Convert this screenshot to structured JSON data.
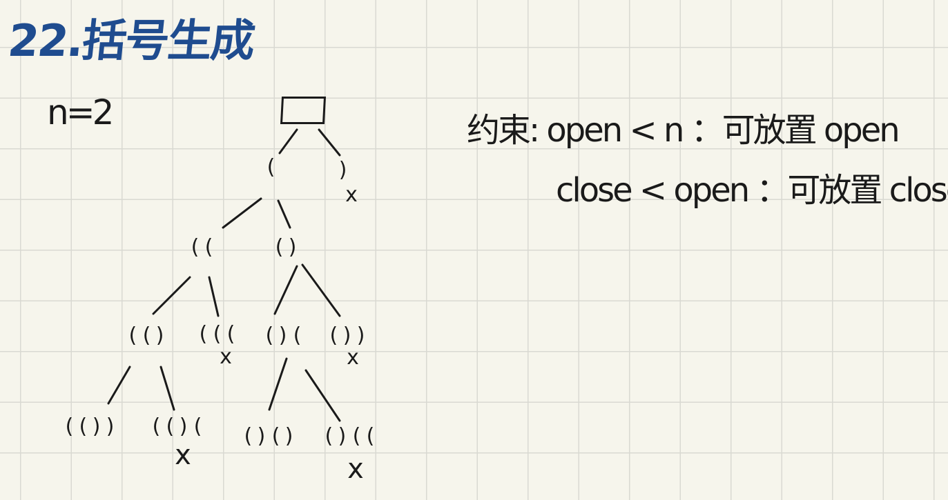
{
  "title": "22.括号生成",
  "n_label": "n=2",
  "constraints": {
    "line1": "约束: open < n ：可放置 open",
    "line2": "close < open ：可放置 close"
  },
  "tree": {
    "level1_left": "(",
    "level1_right": ")",
    "level2_left": "((",
    "level2_right": "()",
    "level3_a": "(()",
    "level3_b": "(((",
    "level3_c": "()(",
    "level3_d": "())",
    "level4_a": "(())",
    "level4_b": "(()(",
    "level4_c": "()()",
    "level4_d": "()((",
    "reject_mark": "x"
  }
}
